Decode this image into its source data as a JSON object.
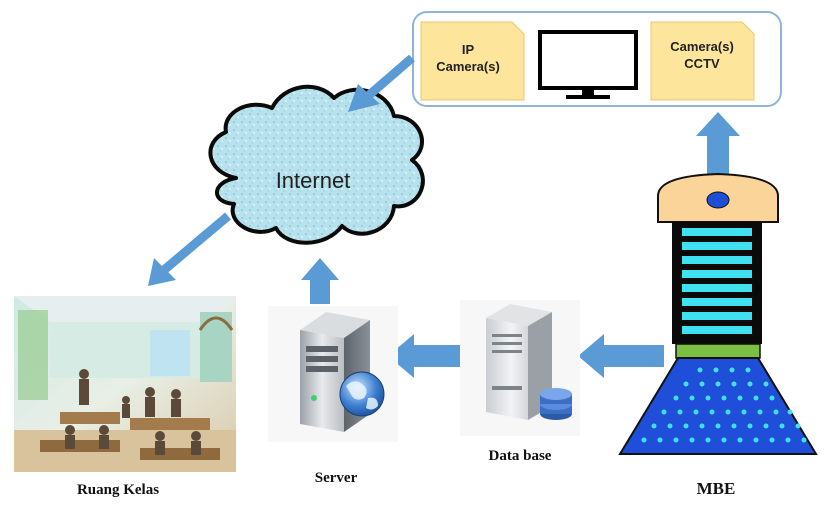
{
  "diagram": {
    "camera_panel": {
      "ip_camera_line1": "IP",
      "ip_camera_line2": "Camera(s)",
      "cctv_line1": "Camera(s)",
      "cctv_line2": "CCTV"
    },
    "cloud_label": "Internet",
    "server_label": "Server",
    "database_label": "Data base",
    "classroom_label": "Ruang Kelas",
    "mbe_label": "MBE"
  },
  "colors": {
    "arrow": "#5b9bd5",
    "cloud_fill": "#a9dbe8",
    "card_fill": "#fde59b",
    "panel_border": "#8fb4d9",
    "mbe_blue": "#1f4fd8",
    "mbe_cyan": "#3fe0f0",
    "mbe_orange": "#fbd49a"
  }
}
